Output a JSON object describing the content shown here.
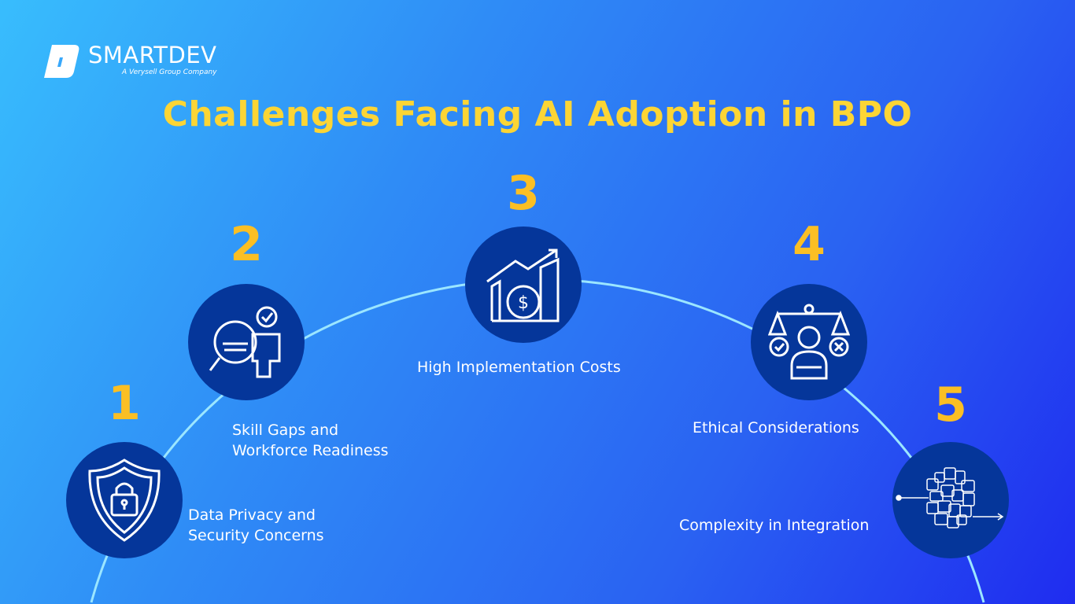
{
  "brand": {
    "name": "SMARTDEV",
    "tagline": "A Verysell Group Company"
  },
  "title": "Challenges Facing AI Adoption in BPO",
  "colors": {
    "title": "#fcd535",
    "number": "#fbbf24",
    "node": "#05369a",
    "arc": "#9be6ff"
  },
  "challenges": [
    {
      "number": "1",
      "label_lines": [
        "Data Privacy and",
        "Security Concerns"
      ],
      "icon": "shield-lock-icon"
    },
    {
      "number": "2",
      "label_lines": [
        "Skill Gaps and",
        "Workforce Readiness"
      ],
      "icon": "brain-puzzle-icon"
    },
    {
      "number": "3",
      "label_lines": [
        "High Implementation Costs"
      ],
      "icon": "cost-chart-icon"
    },
    {
      "number": "4",
      "label_lines": [
        "Ethical Considerations"
      ],
      "icon": "ethics-scale-icon"
    },
    {
      "number": "5",
      "label_lines": [
        "Complexity in Integration"
      ],
      "icon": "tangle-icon"
    }
  ]
}
